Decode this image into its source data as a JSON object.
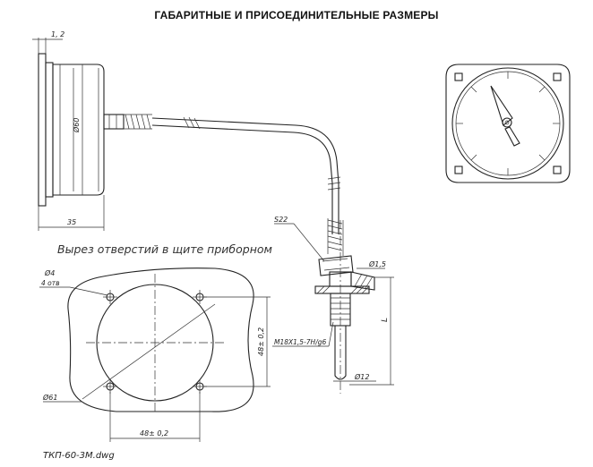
{
  "title": "ГАБАРИТНЫЕ И ПРИСОЕДИНИТЕЛЬНЫЕ РАЗМЕРЫ",
  "cutout_caption": "Вырез отверстий в щите приборном",
  "file_name": "ТКП-60-3М.dwg",
  "dimensions": {
    "flange_thickness": "1, 2",
    "body_diameter": "Ø60",
    "body_depth": "35",
    "hole_diameter": "Ø4",
    "hole_count": "4 отв",
    "cutout_diameter": "Ø61",
    "hole_spacing_vertical": "48± 0,2",
    "hole_spacing_horizontal": "48± 0,2",
    "wrench_size": "S22",
    "thread": "M18X1,5-7H/g6",
    "sheath_diameter": "Ø12",
    "capillary_diameter": "Ø1,5",
    "immersion_length": "L"
  }
}
